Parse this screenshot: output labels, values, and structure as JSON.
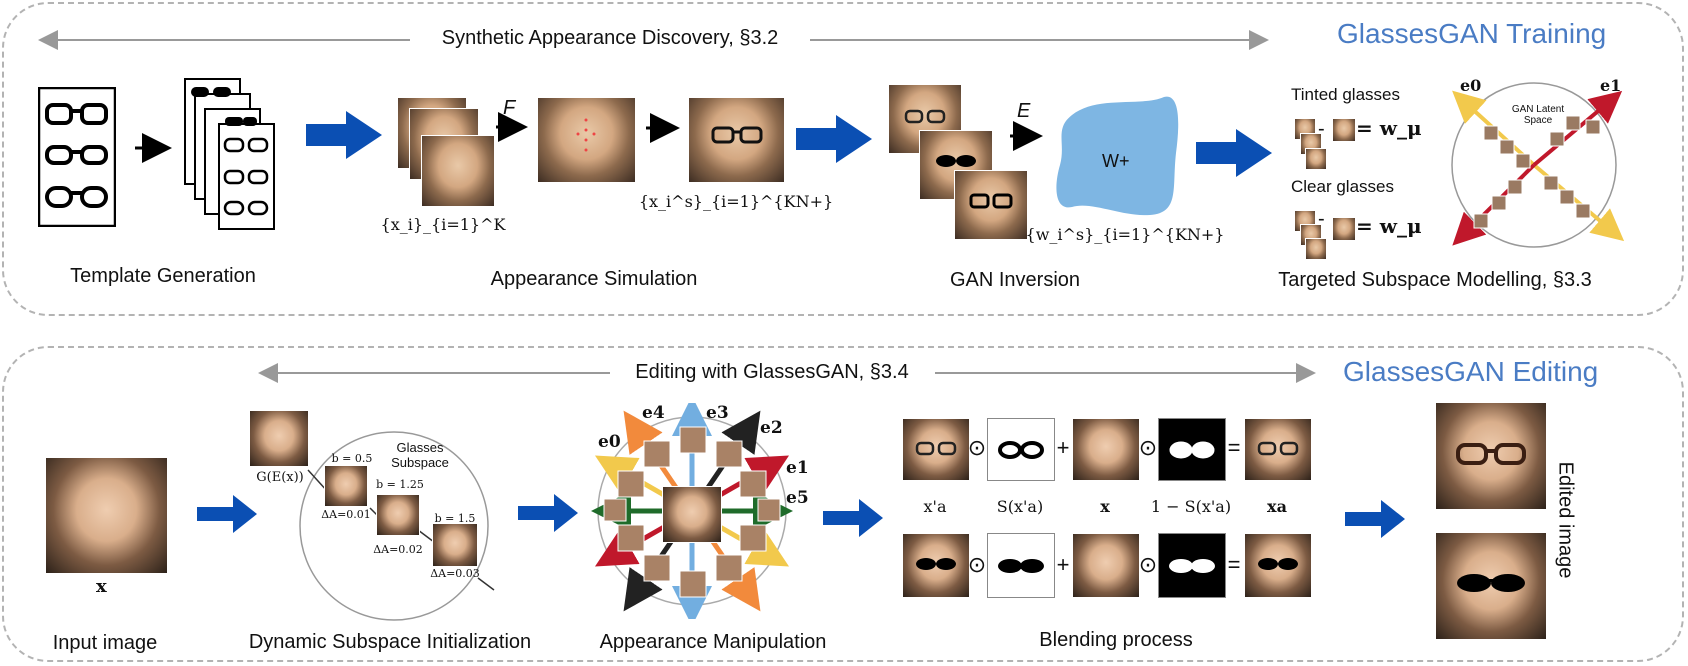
{
  "top_panel": {
    "title": "GlassesGAN Training",
    "header": "Synthetic Appearance Discovery, §3.2",
    "stages": {
      "template": "Template Generation",
      "simulation": "Appearance Simulation",
      "inversion": "GAN Inversion",
      "subspace": "Targeted Subspace Modelling, §3.3"
    },
    "f_label": "F",
    "e_label": "E",
    "blob_label": "W+",
    "math_xi": "{x_i}_{i=1}^K",
    "math_xs": "{x_i^s}_{i=1}^{KN+}",
    "math_ws": "{w_i^s}_{i=1}^{KN+}",
    "tinted_label": "Tinted glasses",
    "clear_label": "Clear glasses",
    "w_mu": "= w_μ",
    "latent_label": "GAN Latent Space",
    "e0": "e0",
    "e1": "e1"
  },
  "bottom_panel": {
    "title": "GlassesGAN Editing",
    "header": "Editing with GlassesGAN, §3.4",
    "stages": {
      "input": "Input image",
      "dynamic": "Dynamic Subspace Initialization",
      "manipulation": "Appearance Manipulation",
      "blending": "Blending process",
      "edited": "Edited image"
    },
    "input_symbol": "x",
    "subspace_label": "Glasses Subspace",
    "g_label": "G(E(x))",
    "b_values": [
      "b = 0.5",
      "b = 1.25",
      "b = 1.5"
    ],
    "delta_values": [
      "ΔA=0.01",
      "ΔA=0.02",
      "ΔA=0.03"
    ],
    "directions": [
      "e4",
      "e3",
      "e2",
      "e0",
      "e1",
      "e5"
    ],
    "blend_captions": [
      "x'a",
      "S(x'a)",
      "x",
      "1 − S(x'a)",
      "xa"
    ],
    "odot": "⊙",
    "plus": "+",
    "equals": "="
  },
  "colors": {
    "arrow_blue": "#0b4fb3",
    "title_blue": "#4a7cc4",
    "blob_blue": "#7eb6e3",
    "yellow": "#f2c94c",
    "red": "#c0182b"
  }
}
